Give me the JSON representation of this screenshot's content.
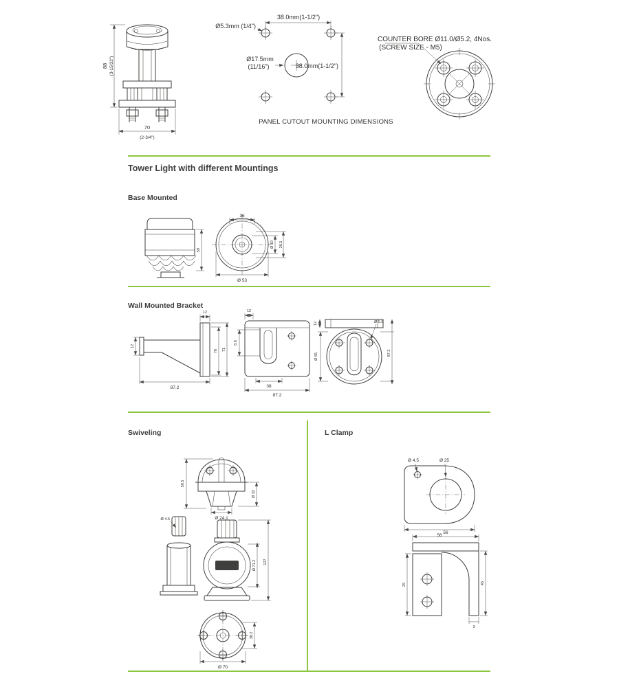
{
  "meta": {
    "accent_color": "#8dc63f",
    "line_color": "#3c3c3b",
    "text_color": "#3d3d3c"
  },
  "titles": {
    "main": "Tower Light with different Mountings",
    "base_mounted": "Base Mounted",
    "wall_mounted": "Wall Mounted Bracket",
    "swiveling": "Swiveling",
    "l_clamp": "L Clamp"
  },
  "top": {
    "tower": {
      "height": "88",
      "height_in": "(3-15/32\")",
      "width": "70",
      "width_in": "(2-3/4\")"
    },
    "panel": {
      "hole_label": "Ø5.3mm (1/4\")",
      "pitch_horizontal": "38.0mm(1-1/2\")",
      "center_dia": "Ø17.5mm",
      "center_dia_in": "(11/16\")",
      "pitch_vertical": "38.0mm(1-1/2\")",
      "caption": "PANEL CUTOUT MOUNTING DIMENSIONS"
    },
    "flange": {
      "note_line1": "COUNTER BORE Ø11.0/Ø5.2, 4Nos.",
      "note_line2": "(SCREW SIZE - M5)"
    }
  },
  "base_mounted": {
    "dims": {
      "pitch": "36",
      "body_height": "59",
      "inner_dia": "Ø 19",
      "bolt_circle": "26.5",
      "outer_dia": "Ø 53"
    }
  },
  "wall_mounted": {
    "dims": {
      "arm_end": "12",
      "plate_thickness": "12",
      "arm_length": "87.2",
      "height_inner": "70",
      "height_outer": "71",
      "flange_width": "12",
      "slot_width": "8.6",
      "hole_pitch": "38",
      "plate_width": "87.2",
      "screw_dia": "Ø 5.5",
      "body_dia": "Ø 65",
      "overall_height": "87.2",
      "flange_thickness": "12"
    }
  },
  "swiveling": {
    "dims": {
      "dome_height": "50.5",
      "body_dia": "Ø 32",
      "hex_flats": "Ø 24.1",
      "screw_dia": "Ø 4.5",
      "ring_dia": "Ø 71.2",
      "overall_height": "127",
      "hub_pitch": "38.2",
      "base_dia": "Ø 70"
    }
  },
  "l_clamp": {
    "dims": {
      "small_hole": "Ø 4.5",
      "large_hole": "Ø 25",
      "top_width": "56",
      "side_width": "56",
      "leg_height": "45",
      "plate_height": "25",
      "thickness": "3"
    }
  }
}
